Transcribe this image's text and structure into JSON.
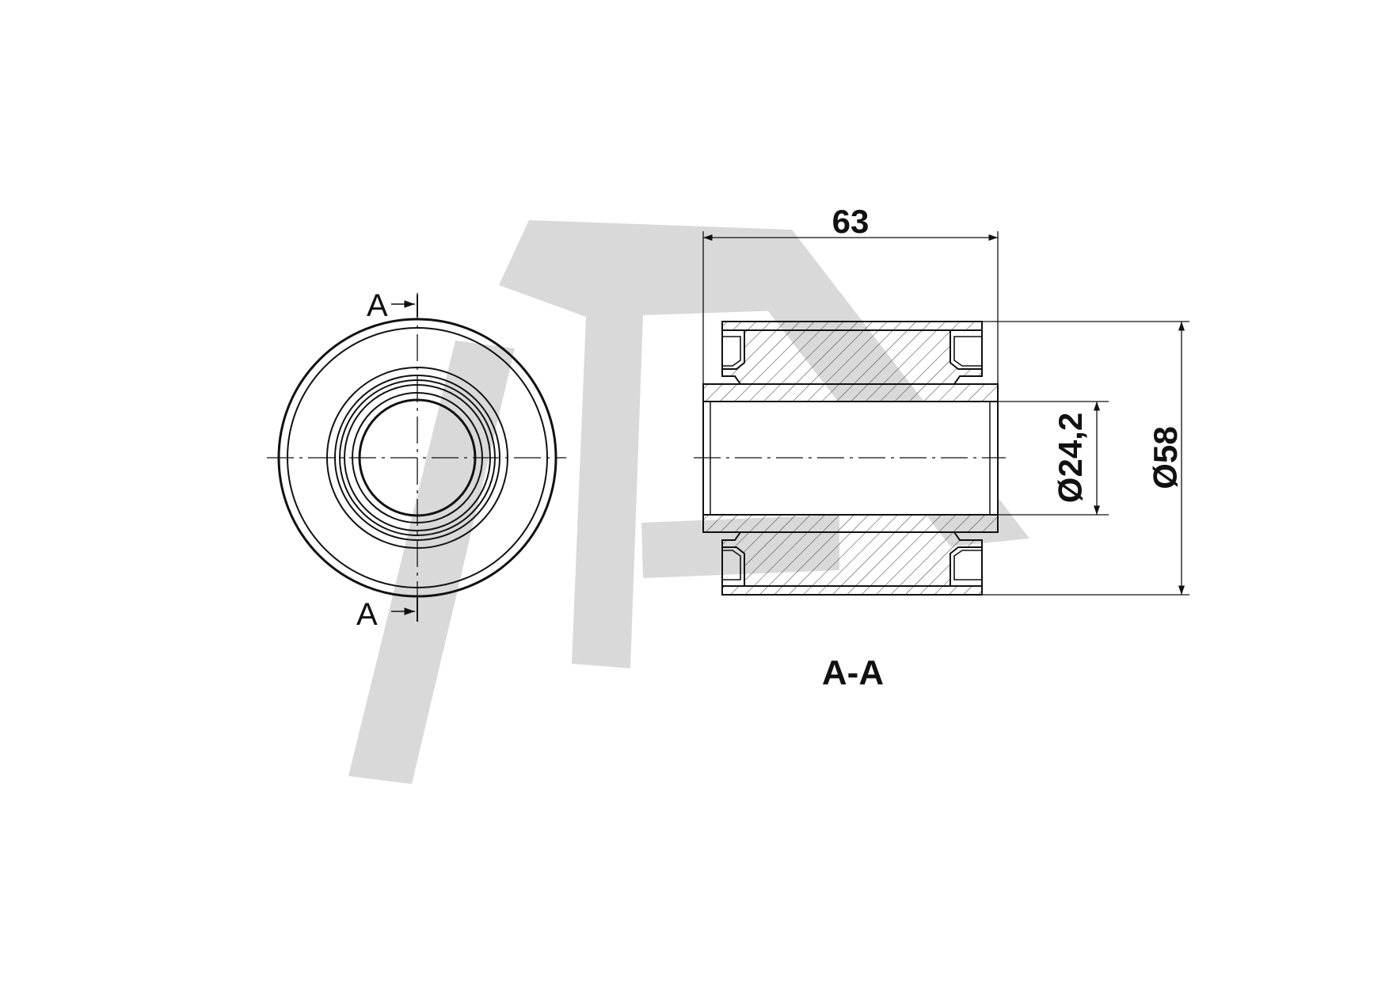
{
  "drawing": {
    "section_marker_top": "A",
    "section_marker_bottom": "A",
    "dimensions": {
      "length": "63",
      "inner_diameter": "Ø24,2",
      "outer_diameter": "Ø58"
    },
    "section_label": "A-A",
    "colors": {
      "line": "#111111",
      "watermark": "#d9d9d9",
      "hatch": "#444444"
    }
  }
}
